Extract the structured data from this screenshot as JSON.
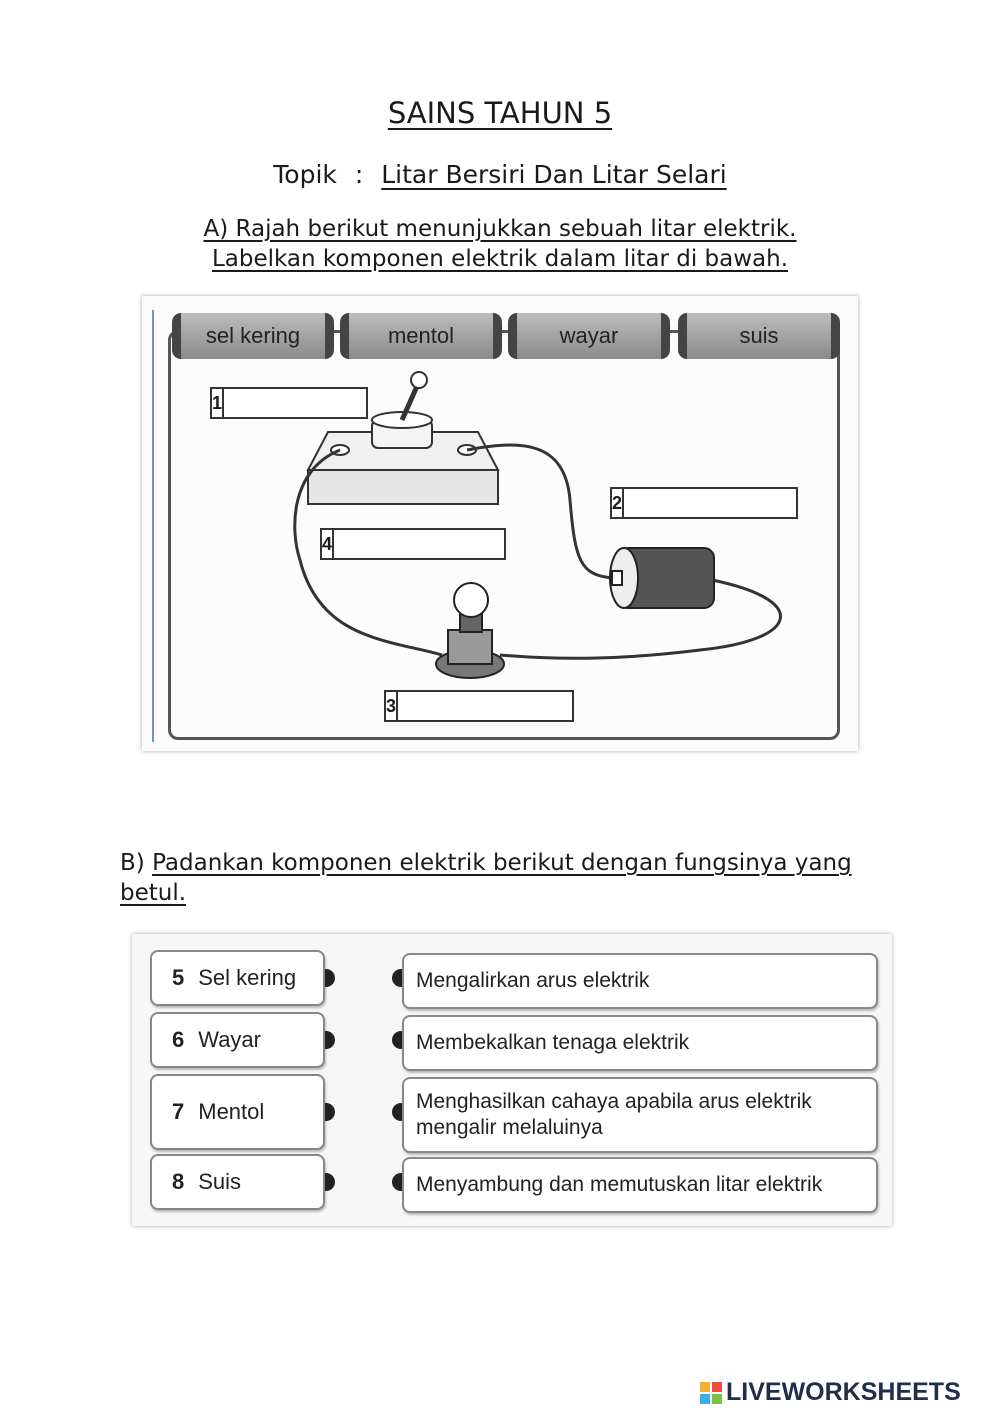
{
  "title": "SAINS TAHUN 5",
  "topic": {
    "label": "Topik",
    "separator": ":",
    "value": "Litar Bersiri Dan Litar Selari"
  },
  "part_a": {
    "instruction_line1": "A) Rajah berikut menunjukkan sebuah litar elektrik.",
    "instruction_line2": "Labelkan komponen elektrik dalam litar di bawah.",
    "word_bank": [
      "sel kering",
      "mentol",
      "wayar",
      "suis"
    ],
    "labels": [
      {
        "number": "1",
        "value": ""
      },
      {
        "number": "2",
        "value": ""
      },
      {
        "number": "3",
        "value": ""
      },
      {
        "number": "4",
        "value": ""
      }
    ]
  },
  "part_b": {
    "prefix": "B)",
    "instruction": "Padankan komponen elektrik berikut dengan fungsinya yang betul.",
    "components": [
      {
        "number": "5",
        "name": "Sel kering"
      },
      {
        "number": "6",
        "name": "Wayar"
      },
      {
        "number": "7",
        "name": "Mentol"
      },
      {
        "number": "8",
        "name": "Suis"
      }
    ],
    "functions": [
      "Mengalirkan arus elektrik",
      "Membekalkan tenaga elektrik",
      "Menghasilkan cahaya apabila arus elektrik mengalir melaluinya",
      "Menyambung dan memutuskan litar elektrik"
    ]
  },
  "footer": {
    "brand": "LIVEWORKSHEETS"
  },
  "colors": {
    "logo": [
      "#f2b134",
      "#e94e3c",
      "#3bb0e0",
      "#7ac143"
    ]
  }
}
